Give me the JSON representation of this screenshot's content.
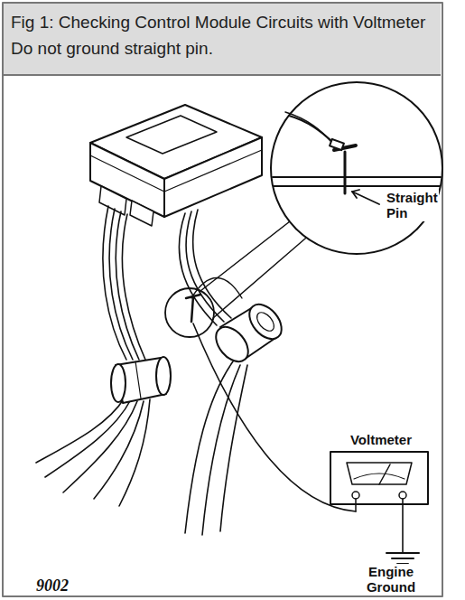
{
  "diagram": {
    "title": "Fig 1: Checking Control Module Circuits with Voltmeter Do not ground straight pin.",
    "labels": [
      "Straight Pin",
      "Voltmeter",
      "Engine Ground",
      "9002"
    ]
  }
}
